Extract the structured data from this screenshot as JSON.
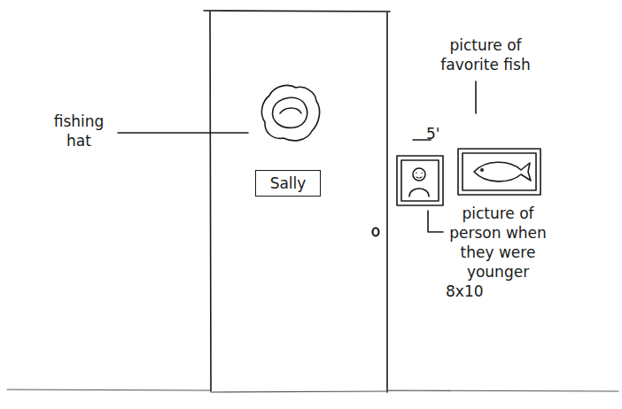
{
  "diagram": {
    "nodes": [
      {
        "text": [
          "Sally"
        ]
      }
    ],
    "labels": [
      "fishing hat",
      "picture of favorite fish",
      "5'",
      "picture of person when they were younger",
      "8x10"
    ]
  }
}
